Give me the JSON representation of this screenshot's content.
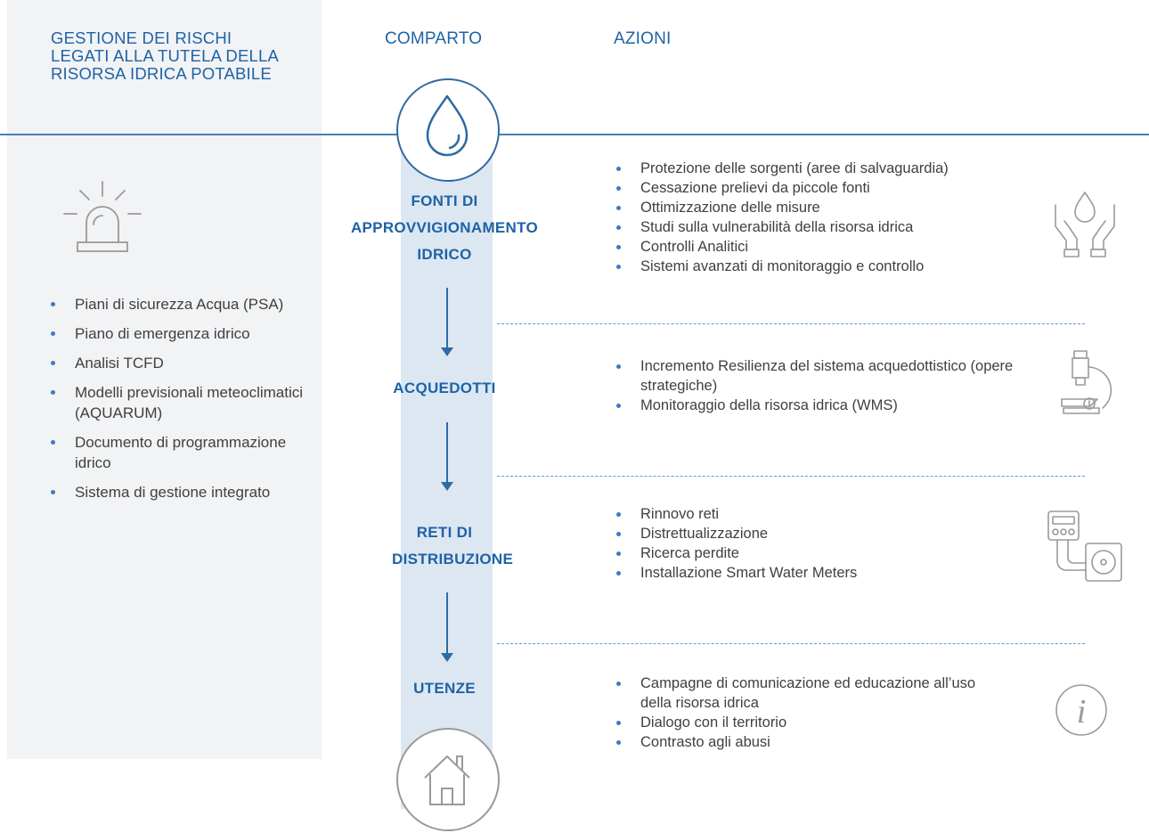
{
  "headers": {
    "left": "GESTIONE DEI RISCHI LEGATI ALLA TUTELA DELLA RISORSA IDRICA POTABILE",
    "comparto": "COMPARTO",
    "azioni": "AZIONI"
  },
  "left_list": [
    "Piani di sicurezza Acqua (PSA)",
    "Piano di emergenza idrico",
    "Analisi TCFD",
    "Modelli previsionali meteoclimatici (AQUARUM)",
    "Documento di programmazione idrico",
    "Sistema di gestione integrato"
  ],
  "stages": [
    {
      "label": "FONTI DI APPROVVIGIONAMENTO IDRICO",
      "icon": "hands-drop-icon",
      "actions": [
        "Protezione delle sorgenti (aree di salvaguardia)",
        "Cessazione prelievi da piccole fonti",
        "Ottimizzazione delle misure",
        "Studi sulla vulnerabilità della risorsa idrica",
        "Controlli Analitici",
        "Sistemi avanzati di monitoraggio e controllo"
      ]
    },
    {
      "label": "ACQUEDOTTI",
      "icon": "microscope-icon",
      "actions": [
        "Incremento Resilienza del sistema acquedottistico (opere strategiche)",
        "Monitoraggio della risorsa idrica (WMS)"
      ]
    },
    {
      "label": "RETI DI DISTRIBUZIONE",
      "icon": "water-meter-icon",
      "actions": [
        "Rinnovo reti",
        "Distrettualizzazione",
        "Ricerca perdite",
        "Installazione Smart Water Meters"
      ]
    },
    {
      "label": "UTENZE",
      "icon": "info-icon",
      "actions": [
        "Campagne di comunicazione ed educazione all’uso della risorsa idrica",
        "Dialogo con il territorio",
        "Contrasto agli abusi"
      ]
    }
  ],
  "icons": {
    "top": "water-drop-icon",
    "bottom": "house-icon",
    "left": "alarm-siren-icon"
  },
  "colors": {
    "accent": "#1e63a6",
    "band": "#dde7f2",
    "panel": "#f2f3f5",
    "icon_gray": "#9a9a9a"
  }
}
